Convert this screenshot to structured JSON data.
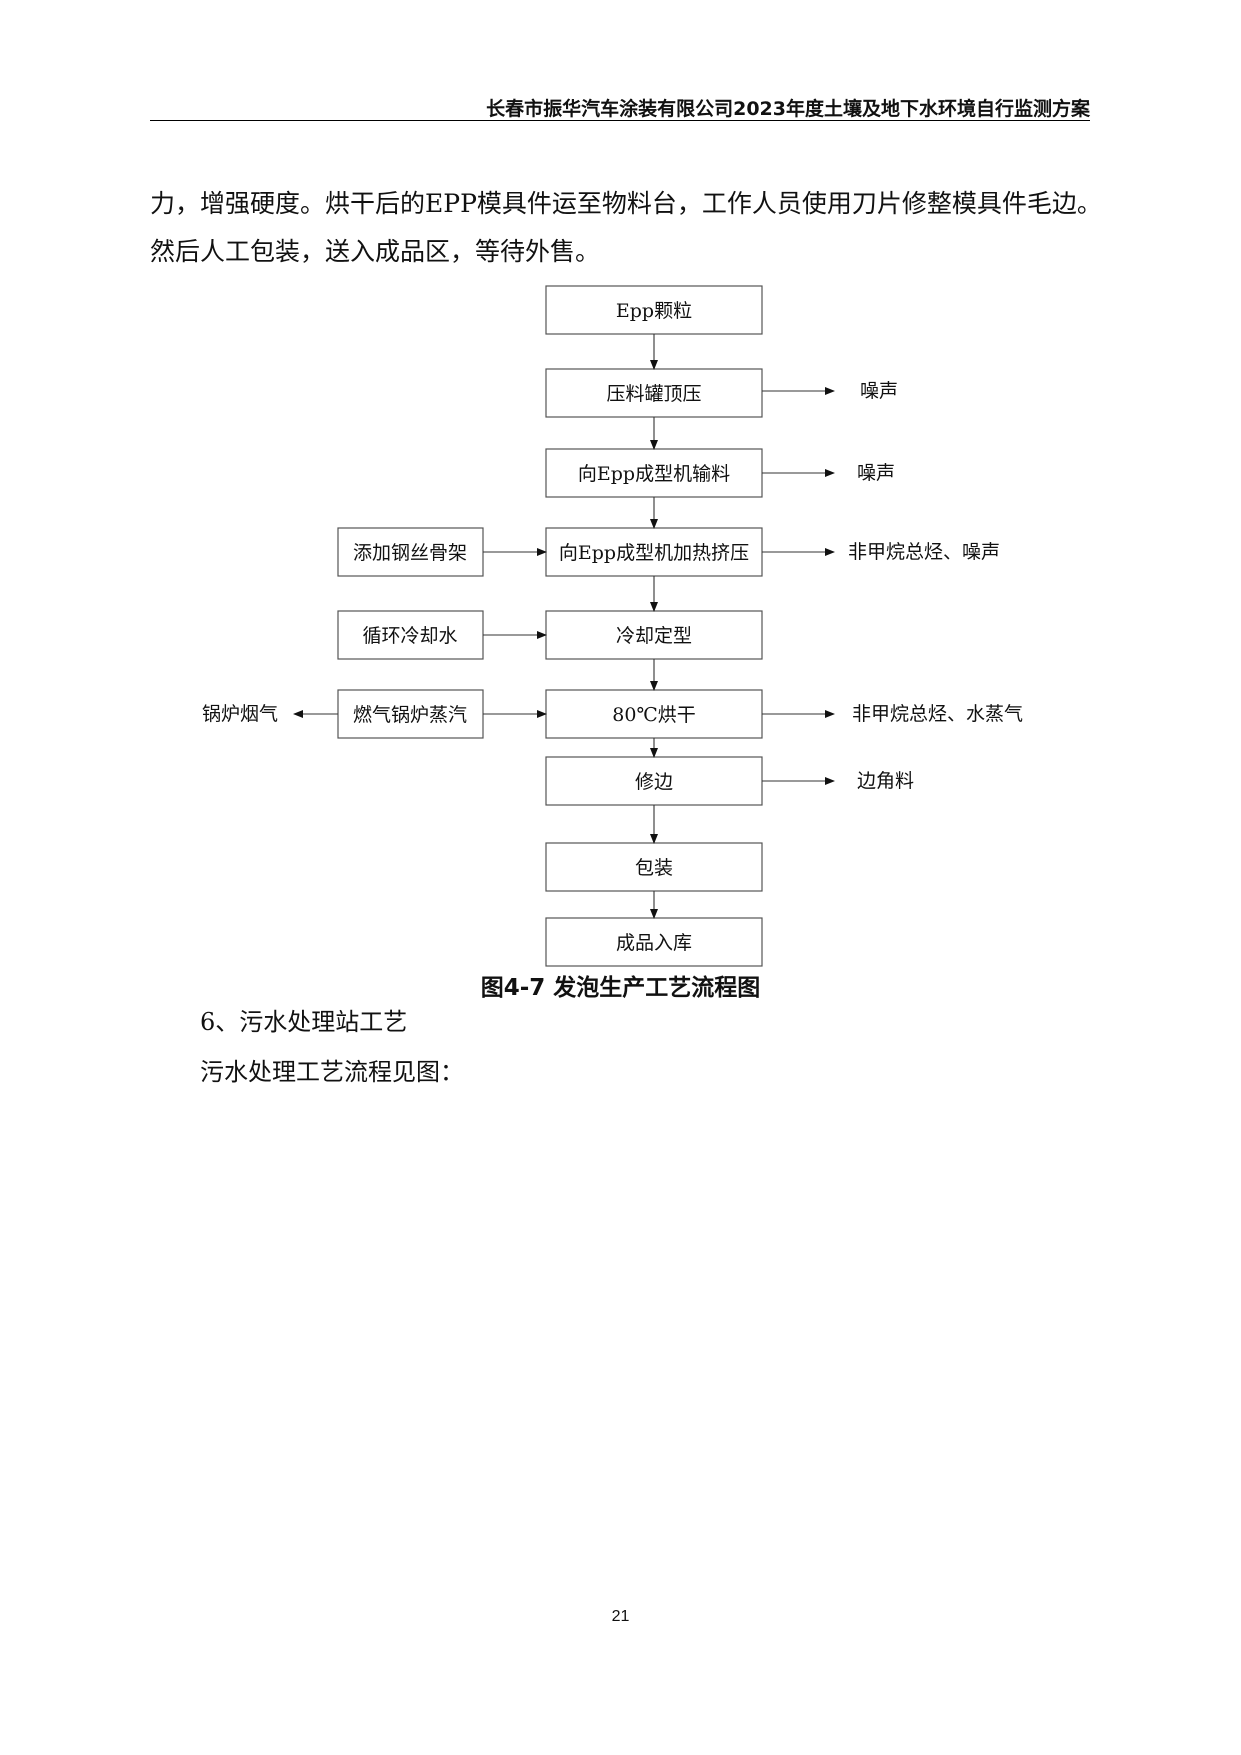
{
  "header": {
    "title": "长春市振华汽车涂装有限公司2023年度土壤及地下水环境自行监测方案"
  },
  "body": {
    "para1_line1": "力，增强硬度。烘干后的EPP模具件运至物料台，工作人员使用刀片修整模具件毛边。",
    "para1_line2": "然后人工包装，送入成品区，等待外售。"
  },
  "flowchart": {
    "steps": [
      "Epp颗粒",
      "压料罐顶压",
      "向Epp成型机输料",
      "向Epp成型机加热挤压",
      "冷却定型",
      "80℃烘干",
      "修边",
      "包装",
      "成品入库"
    ],
    "inputs": [
      "添加钢丝骨架",
      "循环冷却水",
      "燃气锅炉蒸汽"
    ],
    "outputs": [
      "噪声",
      "噪声",
      "非甲烷总烃、噪声",
      "非甲烷总烃、水蒸气",
      "边角料"
    ],
    "side_output": "锅炉烟气"
  },
  "figure": {
    "caption": "图4-7  发泡生产工艺流程图"
  },
  "section": {
    "heading": "6、污水处理站工艺",
    "text": "污水处理工艺流程见图："
  },
  "page_number": "21"
}
